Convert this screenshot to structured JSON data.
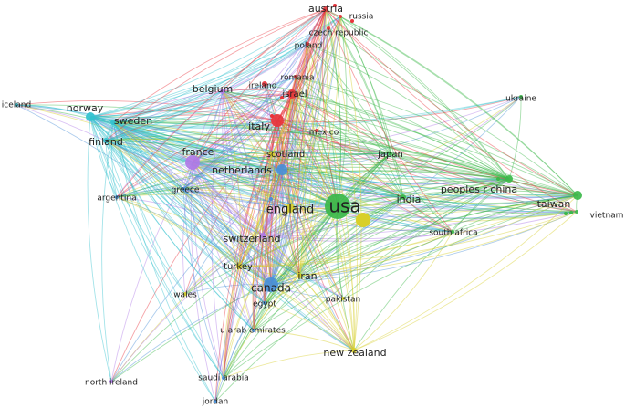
{
  "colors": {
    "red": "#e8343b",
    "green": "#3cb84a",
    "blue": "#4a8fd8",
    "yellow": "#d8cf2a",
    "purple": "#b07ae6",
    "cyan": "#32c2cf"
  },
  "nodes": [
    {
      "id": "usa",
      "label": "usa",
      "cluster": "green",
      "weight": 10
    },
    {
      "id": "england",
      "label": "england",
      "cluster": "yellow",
      "weight": 5
    },
    {
      "id": "canada",
      "label": "canada",
      "cluster": "blue",
      "weight": 5
    },
    {
      "id": "peoples-r-china",
      "label": "peoples r china",
      "cluster": "green",
      "weight": 4
    },
    {
      "id": "netherlands",
      "label": "netherlands",
      "cluster": "blue",
      "weight": 4
    },
    {
      "id": "italy",
      "label": "italy",
      "cluster": "red",
      "weight": 4
    },
    {
      "id": "france",
      "label": "france",
      "cluster": "purple",
      "weight": 4
    },
    {
      "id": "switzerland",
      "label": "switzerland",
      "cluster": "purple",
      "weight": 3
    },
    {
      "id": "sweden",
      "label": "sweden",
      "cluster": "cyan",
      "weight": 3
    },
    {
      "id": "norway",
      "label": "norway",
      "cluster": "cyan",
      "weight": 3
    },
    {
      "id": "taiwan",
      "label": "taiwan",
      "cluster": "green",
      "weight": 3
    },
    {
      "id": "india",
      "label": "india",
      "cluster": "green",
      "weight": 3
    },
    {
      "id": "belgium",
      "label": "belgium",
      "cluster": "purple",
      "weight": 3
    },
    {
      "id": "new-zealand",
      "label": "new zealand",
      "cluster": "yellow",
      "weight": 2
    },
    {
      "id": "iran",
      "label": "iran",
      "cluster": "yellow",
      "weight": 2
    },
    {
      "id": "turkey",
      "label": "turkey",
      "cluster": "yellow",
      "weight": 2
    },
    {
      "id": "finland",
      "label": "finland",
      "cluster": "cyan",
      "weight": 2
    },
    {
      "id": "scotland",
      "label": "scotland",
      "cluster": "yellow",
      "weight": 2
    },
    {
      "id": "israel",
      "label": "israel",
      "cluster": "red",
      "weight": 2
    },
    {
      "id": "japan",
      "label": "japan",
      "cluster": "green",
      "weight": 2
    },
    {
      "id": "austria",
      "label": "austria",
      "cluster": "red",
      "weight": 2
    },
    {
      "id": "greece",
      "label": "greece",
      "cluster": "blue",
      "weight": 2
    },
    {
      "id": "south-africa",
      "label": "south africa",
      "cluster": "green",
      "weight": 1
    },
    {
      "id": "ireland",
      "label": "ireland",
      "cluster": "red",
      "weight": 1
    },
    {
      "id": "romania",
      "label": "romania",
      "cluster": "red",
      "weight": 1
    },
    {
      "id": "mexico",
      "label": "mexico",
      "cluster": "red",
      "weight": 1
    },
    {
      "id": "poland",
      "label": "poland",
      "cluster": "red",
      "weight": 1
    },
    {
      "id": "czech-republic",
      "label": "czech republic",
      "cluster": "red",
      "weight": 1
    },
    {
      "id": "russia",
      "label": "russia",
      "cluster": "red",
      "weight": 1
    },
    {
      "id": "ukraine",
      "label": "ukraine",
      "cluster": "green",
      "weight": 1
    },
    {
      "id": "vietnam",
      "label": "vietnam",
      "cluster": "green",
      "weight": 1
    },
    {
      "id": "iceland",
      "label": "iceland",
      "cluster": "cyan",
      "weight": 1
    },
    {
      "id": "argentina",
      "label": "argentina",
      "cluster": "blue",
      "weight": 1
    },
    {
      "id": "wales",
      "label": "wales",
      "cluster": "yellow",
      "weight": 1
    },
    {
      "id": "egypt",
      "label": "egypt",
      "cluster": "blue",
      "weight": 1
    },
    {
      "id": "pakistan",
      "label": "pakistan",
      "cluster": "yellow",
      "weight": 1
    },
    {
      "id": "u-arab-emirates",
      "label": "u arab emirates",
      "cluster": "blue",
      "weight": 1
    },
    {
      "id": "north-ireland",
      "label": "north ireland",
      "cluster": "purple",
      "weight": 1
    },
    {
      "id": "saudi-arabia",
      "label": "saudi arabia",
      "cluster": "blue",
      "weight": 1
    },
    {
      "id": "jordan",
      "label": "jordan",
      "cluster": "blue",
      "weight": 1
    }
  ]
}
